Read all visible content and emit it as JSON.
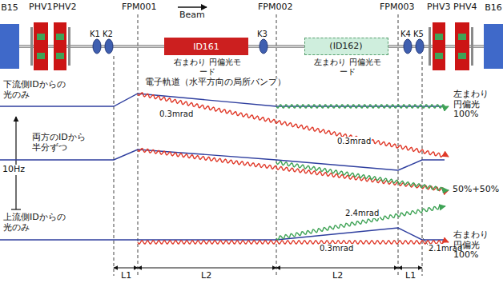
{
  "diagram": {
    "nodes": [
      {
        "text": [
          "B15"
        ]
      },
      {
        "text": [
          "ID161"
        ]
      },
      {
        "text": [
          "(ID162)"
        ]
      },
      {
        "text": [
          "B16"
        ]
      }
    ],
    "labels": [
      "PHV1",
      "PHV2",
      "FPM001",
      "Beam",
      "FPM002",
      "FPM003",
      "PHV3",
      "PHV4",
      "K1",
      "K2",
      "K3",
      "K4",
      "K5",
      "右まわり 円偏光モード",
      "左まわり 円偏光モード",
      "電子軌道（水平方向の局所バンプ）",
      "下流側IDからの 光のみ",
      "左まわり 円偏光 100%",
      "0.3mrad",
      "0.3mrad",
      "両方のIDから 半分ずつ",
      "10Hz",
      "50%+50%",
      "2.4mrad",
      "上流側IDからの 光のみ",
      "0.3mrad",
      "2.1mrad",
      "右まわり 円偏光 100%",
      "L1",
      "L2",
      "L2",
      "L1"
    ]
  }
}
